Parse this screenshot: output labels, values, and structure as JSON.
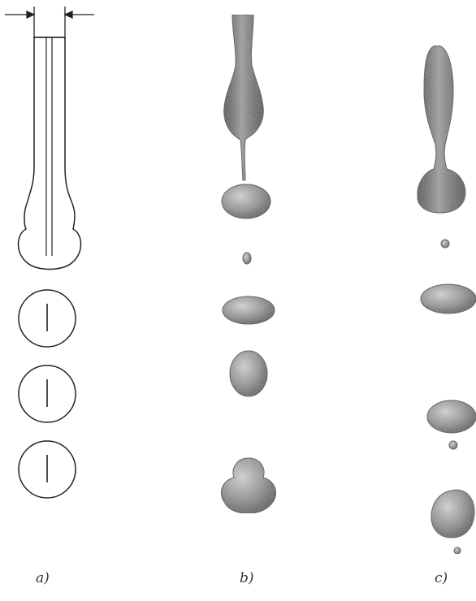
{
  "figure": {
    "panels": [
      {
        "id": "a",
        "label": "a)"
      },
      {
        "id": "b",
        "label": "b)"
      },
      {
        "id": "c",
        "label": "c)"
      }
    ]
  },
  "colors": {
    "background": "#ffffff",
    "line": "#222222",
    "shade_dark": "#2b2b2b",
    "shade_mid": "#6a6a6a",
    "shade_light": "#bdbdbd"
  }
}
